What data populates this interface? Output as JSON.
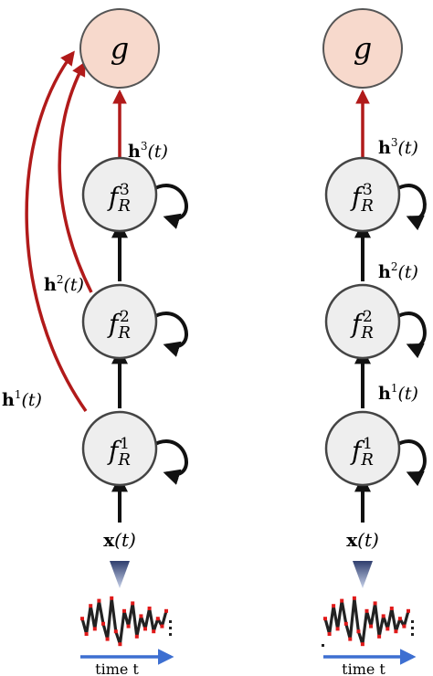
{
  "colors": {
    "output_node_fill": "#f7d9cc",
    "output_node_stroke": "#555555",
    "rnn_node_fill": "#eeeeee",
    "rnn_node_stroke": "#444444",
    "arrow_black": "#111111",
    "arrow_red": "#b11a1a",
    "signal_line": "#222222",
    "signal_points": "#e01919",
    "time_arrow": "#3d6fd1",
    "triangle": "#4c5f92"
  },
  "diagrams": [
    {
      "output_label": "g",
      "rnn_nodes": [
        {
          "base": "f",
          "sub": "R",
          "sup": "3"
        },
        {
          "base": "f",
          "sub": "R",
          "sup": "2"
        },
        {
          "base": "f",
          "sub": "R",
          "sup": "1"
        }
      ],
      "hidden_labels": [
        {
          "bold": "h",
          "sup": "3",
          "arg": "(t)"
        },
        {
          "bold": "h",
          "sup": "2",
          "arg": "(t)"
        },
        {
          "bold": "h",
          "sup": "1",
          "arg": "(t)"
        }
      ],
      "input_label": {
        "bold": "x",
        "arg": "(t)"
      },
      "time_label": "time t",
      "skip_connections": true
    },
    {
      "output_label": "g",
      "rnn_nodes": [
        {
          "base": "f",
          "sub": "R",
          "sup": "3"
        },
        {
          "base": "f",
          "sub": "R",
          "sup": "2"
        },
        {
          "base": "f",
          "sub": "R",
          "sup": "1"
        }
      ],
      "hidden_labels": [
        {
          "bold": "h",
          "sup": "3",
          "arg": "(t)"
        },
        {
          "bold": "h",
          "sup": "2",
          "arg": "(t)"
        },
        {
          "bold": "h",
          "sup": "1",
          "arg": "(t)"
        }
      ],
      "input_label": {
        "bold": "x",
        "arg": "(t)"
      },
      "time_label": "time t",
      "skip_connections": false
    }
  ]
}
